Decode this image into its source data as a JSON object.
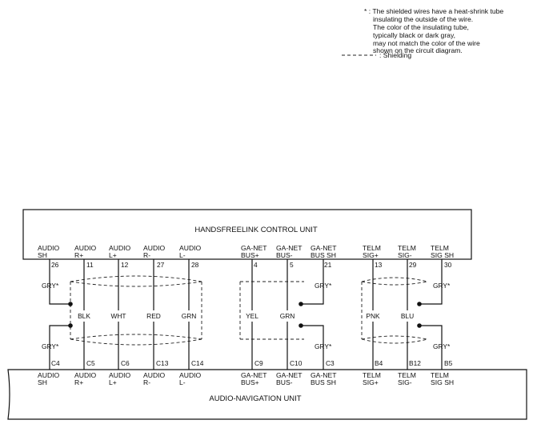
{
  "note": {
    "lines": [
      "* : The shielded wires have a heat-shrink tube",
      "insulating the outside of the wire.",
      "The color of the insulating tube,",
      "typically black or dark gray,",
      "may not match the color of the wire",
      "shown on the circuit diagram."
    ],
    "legend_label": ": Shielding"
  },
  "top_unit": {
    "title": "HANDSFREELINK CONTROL UNIT",
    "terminals": [
      {
        "l1": "AUDIO",
        "l2": "SH",
        "pin": "26"
      },
      {
        "l1": "AUDIO",
        "l2": "R+",
        "pin": "11"
      },
      {
        "l1": "AUDIO",
        "l2": "L+",
        "pin": "12"
      },
      {
        "l1": "AUDIO",
        "l2": "R-",
        "pin": "27"
      },
      {
        "l1": "AUDIO",
        "l2": "L-",
        "pin": "28"
      },
      {
        "l1": "GA-NET",
        "l2": "BUS+",
        "pin": "4"
      },
      {
        "l1": "GA-NET",
        "l2": "BUS-",
        "pin": "5"
      },
      {
        "l1": "GA-NET",
        "l2": "BUS SH",
        "pin": "21"
      },
      {
        "l1": "TELM",
        "l2": "SIG+",
        "pin": "13"
      },
      {
        "l1": "TELM",
        "l2": "SIG-",
        "pin": "29"
      },
      {
        "l1": "TELM",
        "l2": "SIG SH",
        "pin": "30"
      }
    ]
  },
  "bottom_unit": {
    "title": "AUDIO-NAVIGATION UNIT",
    "terminals": [
      {
        "l1": "AUDIO",
        "l2": "SH",
        "pin": "C4"
      },
      {
        "l1": "AUDIO",
        "l2": "R+",
        "pin": "C5"
      },
      {
        "l1": "AUDIO",
        "l2": "L+",
        "pin": "C6"
      },
      {
        "l1": "AUDIO",
        "l2": "R-",
        "pin": "C13"
      },
      {
        "l1": "AUDIO",
        "l2": "L-",
        "pin": "C14"
      },
      {
        "l1": "GA-NET",
        "l2": "BUS+",
        "pin": "C9"
      },
      {
        "l1": "GA-NET",
        "l2": "BUS-",
        "pin": "C10"
      },
      {
        "l1": "GA-NET",
        "l2": "BUS SH",
        "pin": "C3"
      },
      {
        "l1": "TELM",
        "l2": "SIG+",
        "pin": "B4"
      },
      {
        "l1": "TELM",
        "l2": "SIG-",
        "pin": "B12"
      },
      {
        "l1": "TELM",
        "l2": "SIG SH",
        "pin": "B5"
      }
    ]
  },
  "wire_colors": {
    "audio_sh_top": "GRY*",
    "audio_sh_bottom": "GRY*",
    "audio_r_plus": "BLK",
    "audio_l_plus": "WHT",
    "audio_r_minus": "RED",
    "audio_l_minus": "GRN",
    "ganet_bus_plus": "YEL",
    "ganet_bus_minus": "GRN",
    "ganet_sh_top": "GRY*",
    "ganet_sh_bottom": "GRY*",
    "telm_sig_plus": "PNK",
    "telm_sig_minus": "BLU",
    "telm_sh_top": "GRY*",
    "telm_sh_bottom": "GRY*"
  }
}
